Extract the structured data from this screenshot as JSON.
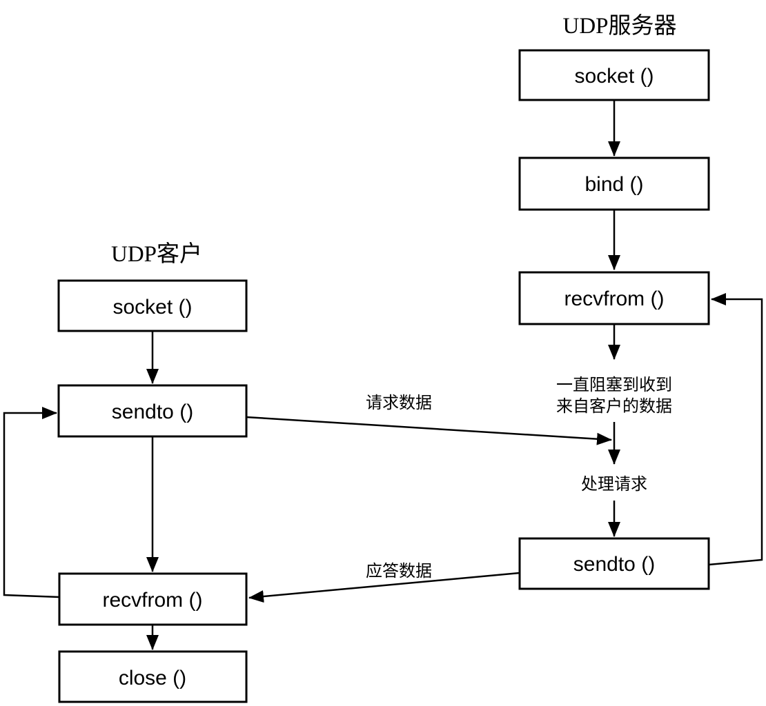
{
  "server": {
    "title": "UDP服务器",
    "socket": "socket ()",
    "bind": "bind ()",
    "recvfrom": "recvfrom ()",
    "sendto": "sendto ()",
    "block_note_line1": "一直阻塞到收到",
    "block_note_line2": "来自客户的数据",
    "process_note": "处理请求"
  },
  "client": {
    "title": "UDP客户",
    "socket": "socket ()",
    "sendto": "sendto ()",
    "recvfrom": "recvfrom ()",
    "close": "close ()"
  },
  "edges": {
    "request_label": "请求数据",
    "reply_label": "应答数据"
  },
  "colors": {
    "line": "#000000",
    "text": "#000000",
    "background": "#ffffff"
  }
}
